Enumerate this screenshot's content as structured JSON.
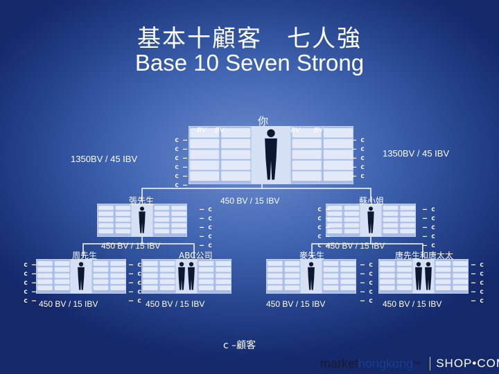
{
  "title_zh": "基本十顧客　七人強",
  "title_en": "Base 10 Seven Strong",
  "top": {
    "name": "你",
    "bv": "1350BV / 45 IBV",
    "bv_right": "1350BV / 45 IBV",
    "header_bv": "BV"
  },
  "level1": [
    {
      "name": "張先生",
      "bv": "450 BV / 15 IBV"
    },
    {
      "name": "蘇小姐",
      "bv": "450 BV / 15 IBV"
    }
  ],
  "level2": [
    {
      "name": "周先生",
      "bv": "450 BV / 15 IBV"
    },
    {
      "name": "ABC公司",
      "bv": "450 BV / 15 IBV"
    },
    {
      "name": "麥先生",
      "bv": "450 BV / 15 IBV"
    },
    {
      "name": "唐先生和唐太太",
      "bv": "450 BV / 15 IBV"
    }
  ],
  "customer_mark": "c",
  "legend": "c –顧客",
  "brand": {
    "part1": "market",
    "part2": "hongkong",
    "tm": "TM",
    "part3": "SHOP•COM"
  },
  "colors": {
    "background": "#3f63b0",
    "box": "#a9bde6",
    "cell": "#e8eefb"
  }
}
